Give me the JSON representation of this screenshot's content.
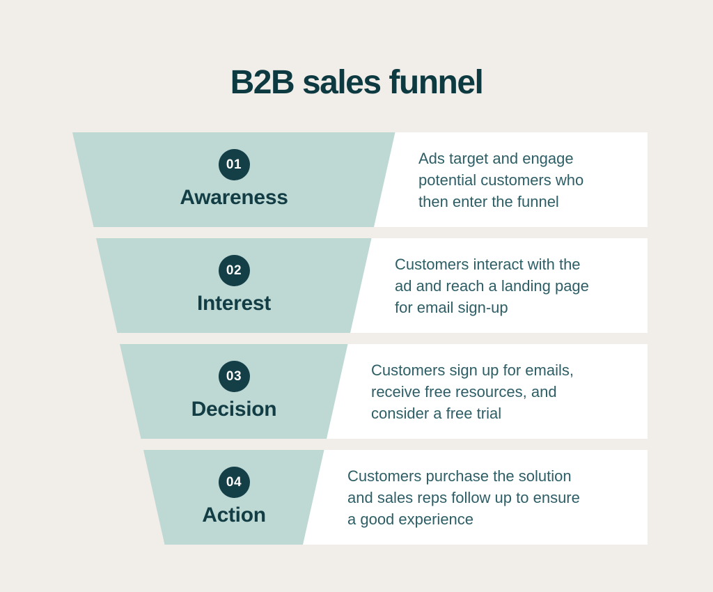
{
  "title": "B2B sales funnel",
  "funnel": {
    "stages": [
      {
        "number": "01",
        "label": "Awareness",
        "description_lines": [
          "Ads target and engage",
          "potential customers who",
          "then enter the funnel"
        ]
      },
      {
        "number": "02",
        "label": "Interest",
        "description_lines": [
          "Customers interact with the",
          "ad and reach a landing page",
          "for email sign-up"
        ]
      },
      {
        "number": "03",
        "label": "Decision",
        "description_lines": [
          "Customers sign up for emails,",
          "receive free resources, and",
          "consider a free trial"
        ]
      },
      {
        "number": "04",
        "label": "Action",
        "description_lines": [
          "Customers purchase the solution",
          "and sales reps follow up to ensure",
          "a good experience"
        ]
      }
    ]
  },
  "colors": {
    "background": "#f1ede8",
    "funnel_fill": "#bed8d4",
    "badge_fill": "#143f47",
    "badge_text": "#ffffff",
    "panel_fill": "#ffffff",
    "title_text": "#0d3a41",
    "label_text": "#123d44",
    "description_text": "#2d5e66"
  }
}
